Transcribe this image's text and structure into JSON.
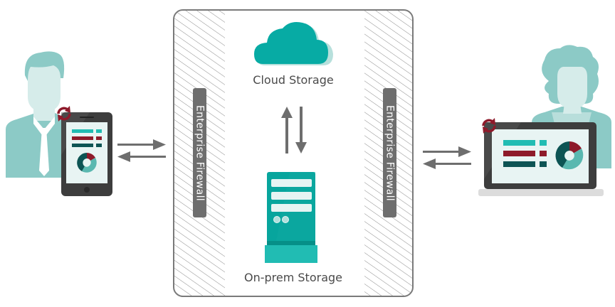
{
  "diagram": {
    "zone": {
      "cloud_storage_label": "Cloud Storage",
      "onprem_storage_label": "On-prem Storage"
    },
    "firewalls": [
      {
        "label": "Enterprise Firewall"
      },
      {
        "label": "Enterprise Firewall"
      }
    ],
    "left_user": {
      "role": "mobile user",
      "device": "tablet"
    },
    "right_user": {
      "role": "desktop user",
      "device": "laptop"
    },
    "colors": {
      "teal": "#1fb3a8",
      "light_teal": "#8ccac6",
      "dark_teal": "#0d5454",
      "crimson": "#8e1a2a",
      "arrow_gray": "#6e6e6e",
      "border_gray": "#777777",
      "device_dark": "#3d3d3d"
    }
  }
}
